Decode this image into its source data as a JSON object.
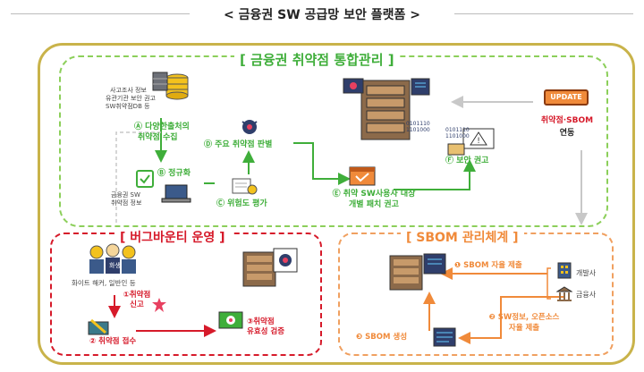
{
  "title": "< 금융권 SW 공급망 보안 플랫폼 >",
  "sections": {
    "integrated": "[ 금융권 취약점 통합관리 ]",
    "bug_bounty": "[ 버그바운티 운영 ]",
    "sbom": "[ SBOM 관리체계 ]"
  },
  "integrated": {
    "sources": [
      "사고조사 정보",
      "유관기관 보안 권고",
      "SW취약점DB 등"
    ],
    "step_a": [
      "Ⓐ 다양한출처의",
      "취약점 수집"
    ],
    "step_b": "Ⓑ 정규화",
    "fin_info": [
      "금융권 SW",
      "취약점 정보"
    ],
    "step_c": "Ⓒ 위험도 평가",
    "step_d": "Ⓓ 주요 취약점 판별",
    "step_e": [
      "Ⓔ 취약 SW사용사 대상",
      "개별 패치 권고"
    ],
    "step_f": "Ⓕ 보안 권고",
    "update_label": "UPDATE",
    "sbom_link": [
      "취약점·SBOM",
      "연동"
    ]
  },
  "bug_bounty": {
    "reporters": "화이트 해커, 일반인 등",
    "hacker_label": "화생",
    "step1": [
      "①취약점",
      "신고"
    ],
    "step2": "② 취약점 접수",
    "step3": [
      "③취약점",
      "유효성 검증"
    ]
  },
  "sbom": {
    "step1": "❶ SBOM 자율 제출",
    "developer": "개발사",
    "financial": "금융사",
    "step2": [
      "❷ SW정보, 오픈소스",
      "자율 제출"
    ],
    "step3": "❸ SBOM 생성"
  },
  "colors": {
    "green": "#3fae3a",
    "red": "#d61a2a",
    "orange": "#f08a3a",
    "gold": "#c9b34a",
    "light_gray": "#c8c8c8"
  }
}
